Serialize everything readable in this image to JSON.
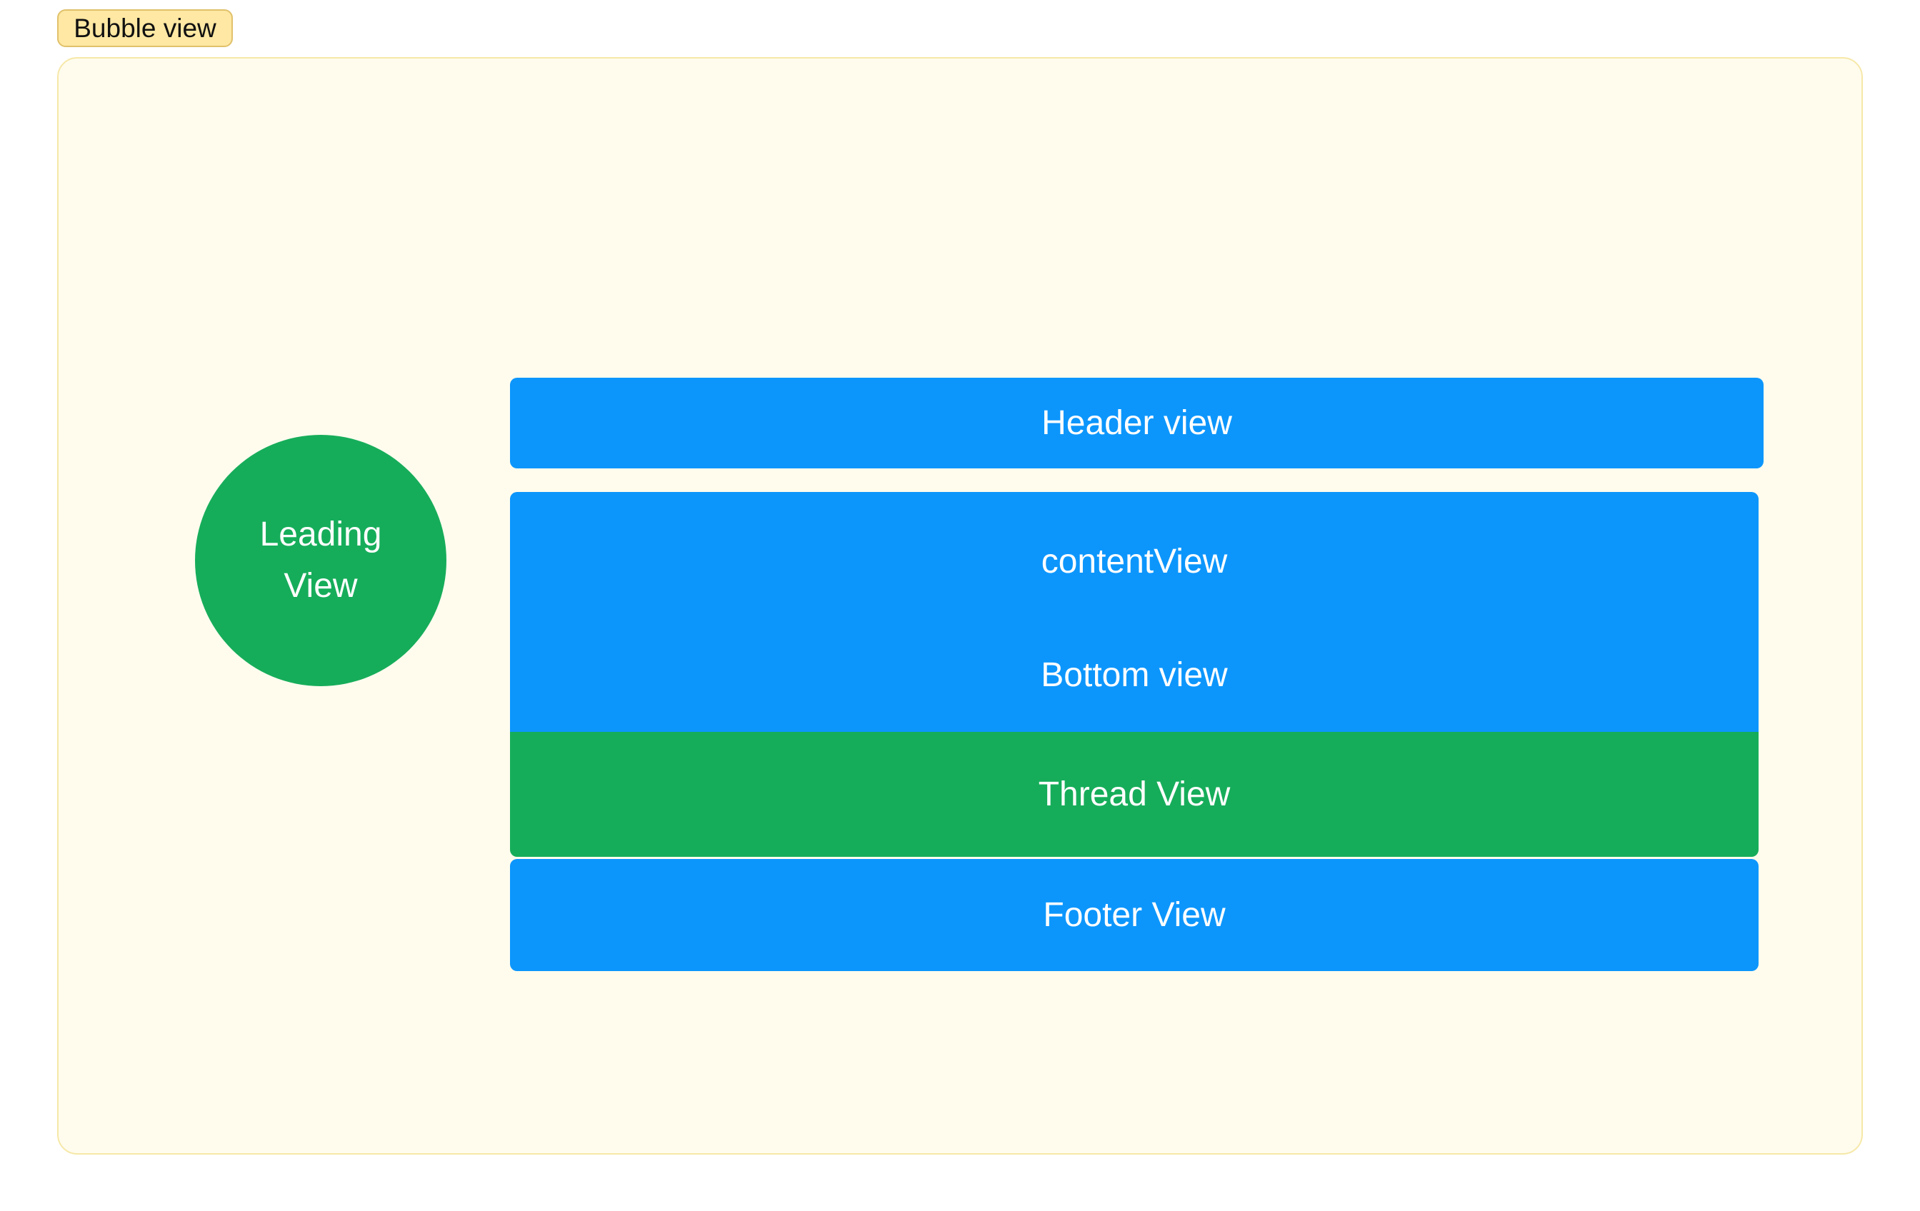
{
  "diagram": {
    "tag_label": "Bubble view",
    "leading_view": {
      "label": "Leading View"
    },
    "blocks": {
      "header": "Header view",
      "content": "contentView",
      "bottom": "Bottom view",
      "thread": "Thread View",
      "footer": "Footer View"
    }
  },
  "colors": {
    "blue_block": "#0c96fc",
    "green_block": "#16ad5a",
    "frame_background": "#fffcee",
    "tag_background": "#ffe8a3"
  }
}
